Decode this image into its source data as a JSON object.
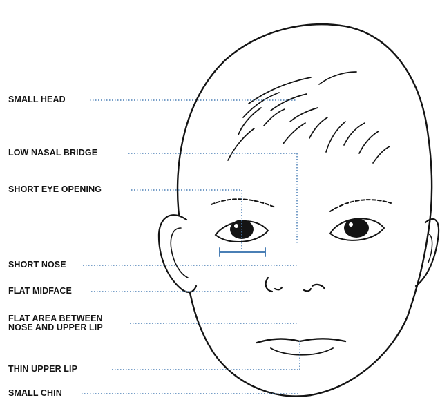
{
  "labels": {
    "small_head": "SMALL HEAD",
    "low_nasal_bridge": "LOW NASAL BRIDGE",
    "short_eye_opening": "SHORT EYE OPENING",
    "short_nose": "SHORT NOSE",
    "flat_midface": "FLAT MIDFACE",
    "flat_area_line1": "FLAT AREA BETWEEN",
    "flat_area_line2": "NOSE AND UPPER LIP",
    "thin_upper_lip": "THIN UPPER LIP",
    "small_chin": "SMALL CHIN"
  },
  "colors": {
    "leader_line": "#4a7fb5",
    "ink": "#141414",
    "background": "#ffffff"
  }
}
